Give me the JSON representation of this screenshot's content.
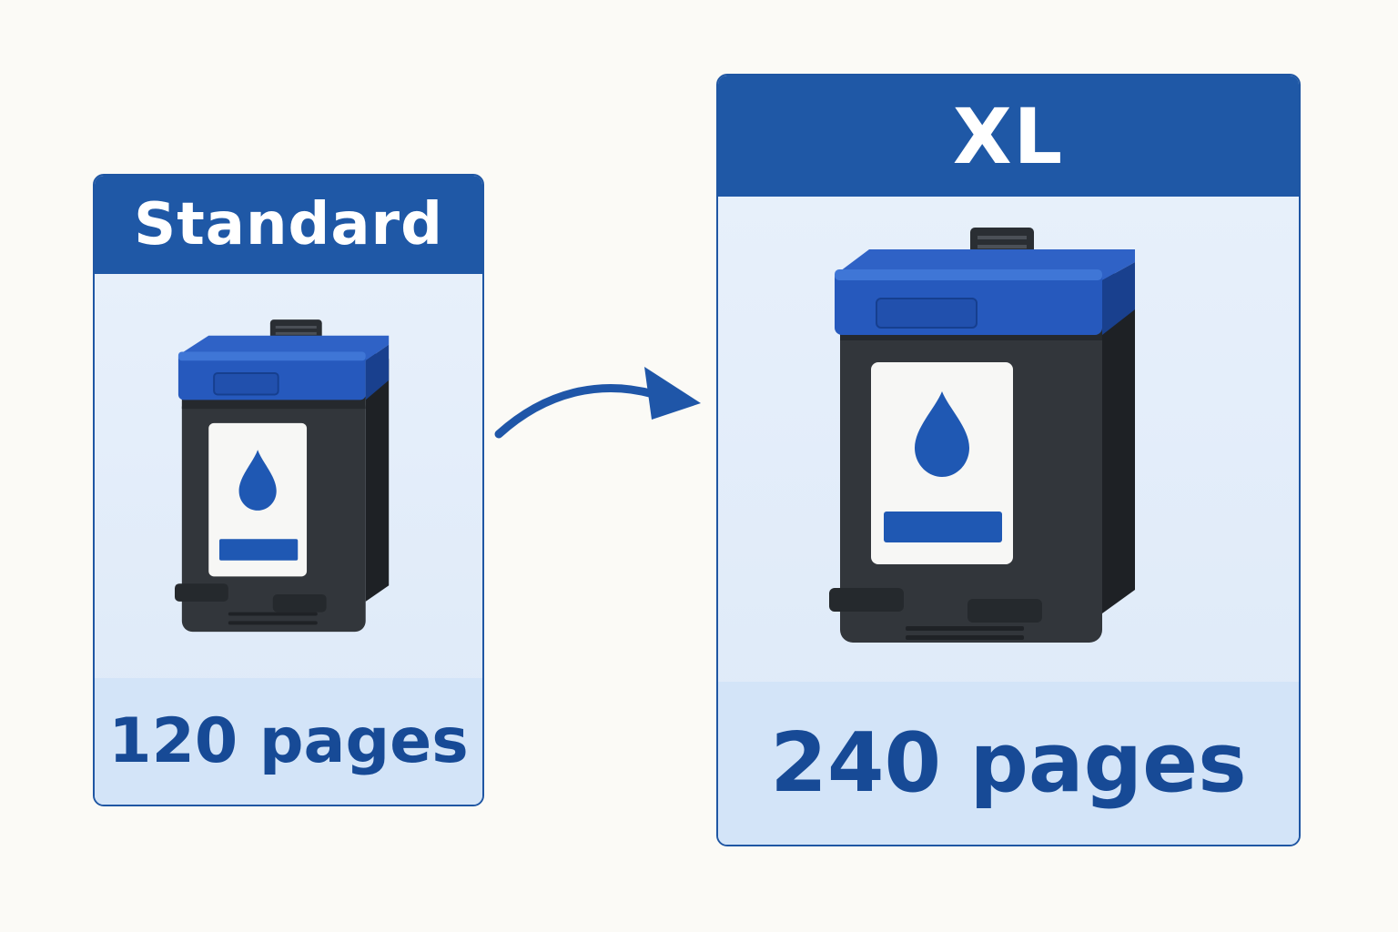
{
  "standard": {
    "label": "Standard",
    "yield_text": "120 pages"
  },
  "xl": {
    "label": "XL",
    "yield_text": "240 pages"
  },
  "icons": {
    "cartridge": "ink-cartridge-icon",
    "drop": "ink-drop-icon",
    "arrow": "curved-arrow-icon"
  },
  "colors": {
    "accent_blue": "#1f58a6",
    "text_blue": "#174a96",
    "card_background": "#e6eefa",
    "cartridge_body": "#2f3338",
    "cartridge_cap": "#2355b8"
  }
}
